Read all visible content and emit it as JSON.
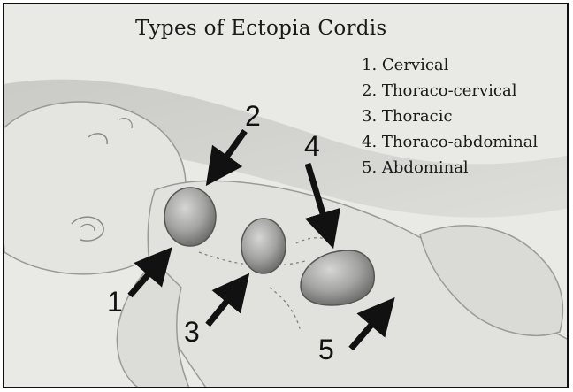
{
  "title": "Types of Ectopia Cordis",
  "legend": [
    "1. Cervical",
    "2. Thoraco-cervical",
    "3. Thoracic",
    "4. Thoraco-abdominal",
    "5. Abdominal"
  ],
  "markers": [
    "1",
    "2",
    "3",
    "4",
    "5"
  ],
  "colors": {
    "background": "#e9e9e6",
    "body_shade": "#c9c9c6",
    "heart_fill": "#9c9c9a",
    "ink": "#111111"
  }
}
